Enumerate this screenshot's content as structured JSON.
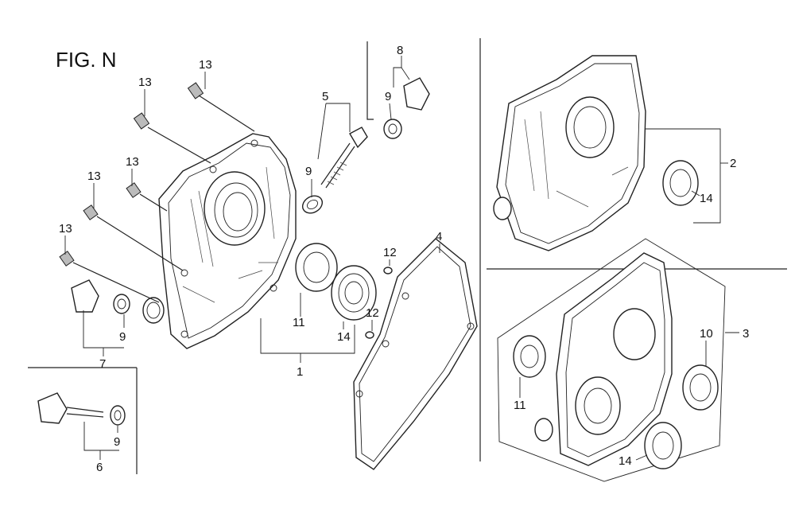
{
  "figure_label": "FIG. N",
  "callouts": {
    "c1": "1",
    "c2": "2",
    "c3": "3",
    "c4": "4",
    "c5": "5",
    "c6": "6",
    "c7": "7",
    "c8": "8",
    "c9a": "9",
    "c9b": "9",
    "c9c": "9",
    "c9d": "9",
    "c10": "10",
    "c11a": "11",
    "c11b": "11",
    "c12a": "12",
    "c12b": "12",
    "c13a": "13",
    "c13b": "13",
    "c13c": "13",
    "c13d": "13",
    "c13e": "13",
    "c14a": "14",
    "c14b": "14",
    "c14c": "14"
  }
}
